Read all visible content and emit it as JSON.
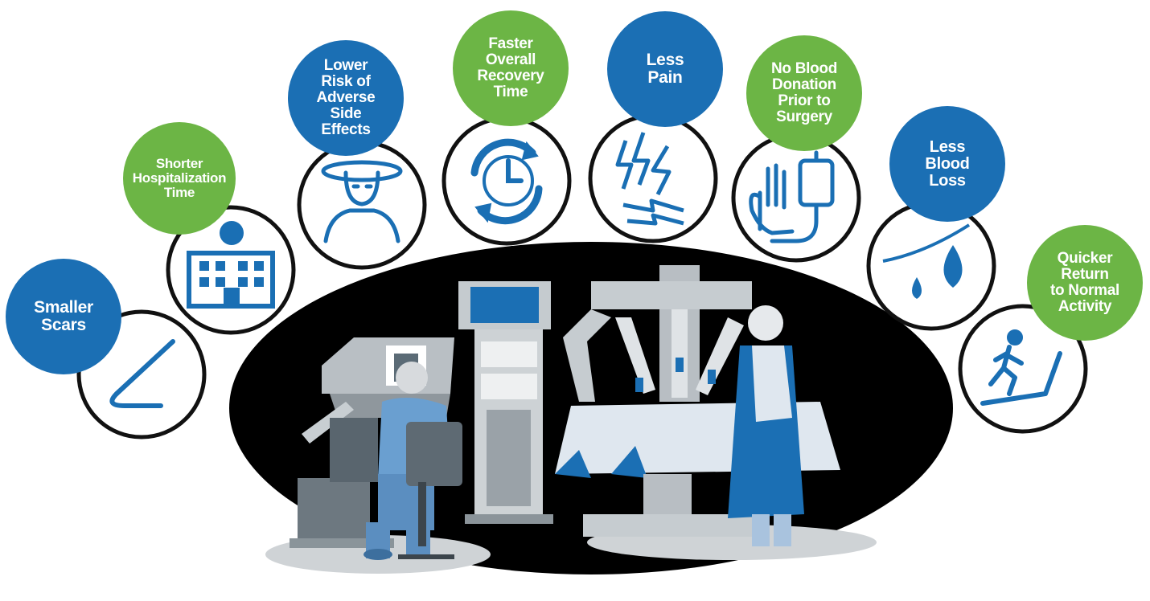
{
  "colors": {
    "blue": "#1b6fb4",
    "green": "#6cb545",
    "icon_blue": "#1a6fb4",
    "ring": "#111111",
    "oval": "#000000"
  },
  "benefits": [
    {
      "label": "Smaller\nScars",
      "color": "blue",
      "icon": "scalpel-icon"
    },
    {
      "label": "Shorter\nHospitalization\nTime",
      "color": "green",
      "icon": "hospital-icon"
    },
    {
      "label": "Lower\nRisk of\nAdverse\nSide\nEffects",
      "color": "blue",
      "icon": "dizzy-person-icon"
    },
    {
      "label": "Faster\nOverall\nRecovery\nTime",
      "color": "green",
      "icon": "recovery-clock-icon"
    },
    {
      "label": "Less\nPain",
      "color": "blue",
      "icon": "lightning-pain-icon"
    },
    {
      "label": "No Blood\nDonation\nPrior to\nSurgery",
      "color": "green",
      "icon": "hand-iv-bag-icon"
    },
    {
      "label": "Less\nBlood\nLoss",
      "color": "blue",
      "icon": "blood-drops-icon"
    },
    {
      "label": "Quicker\nReturn\nto Normal\nActivity",
      "color": "green",
      "icon": "treadmill-runner-icon"
    }
  ]
}
